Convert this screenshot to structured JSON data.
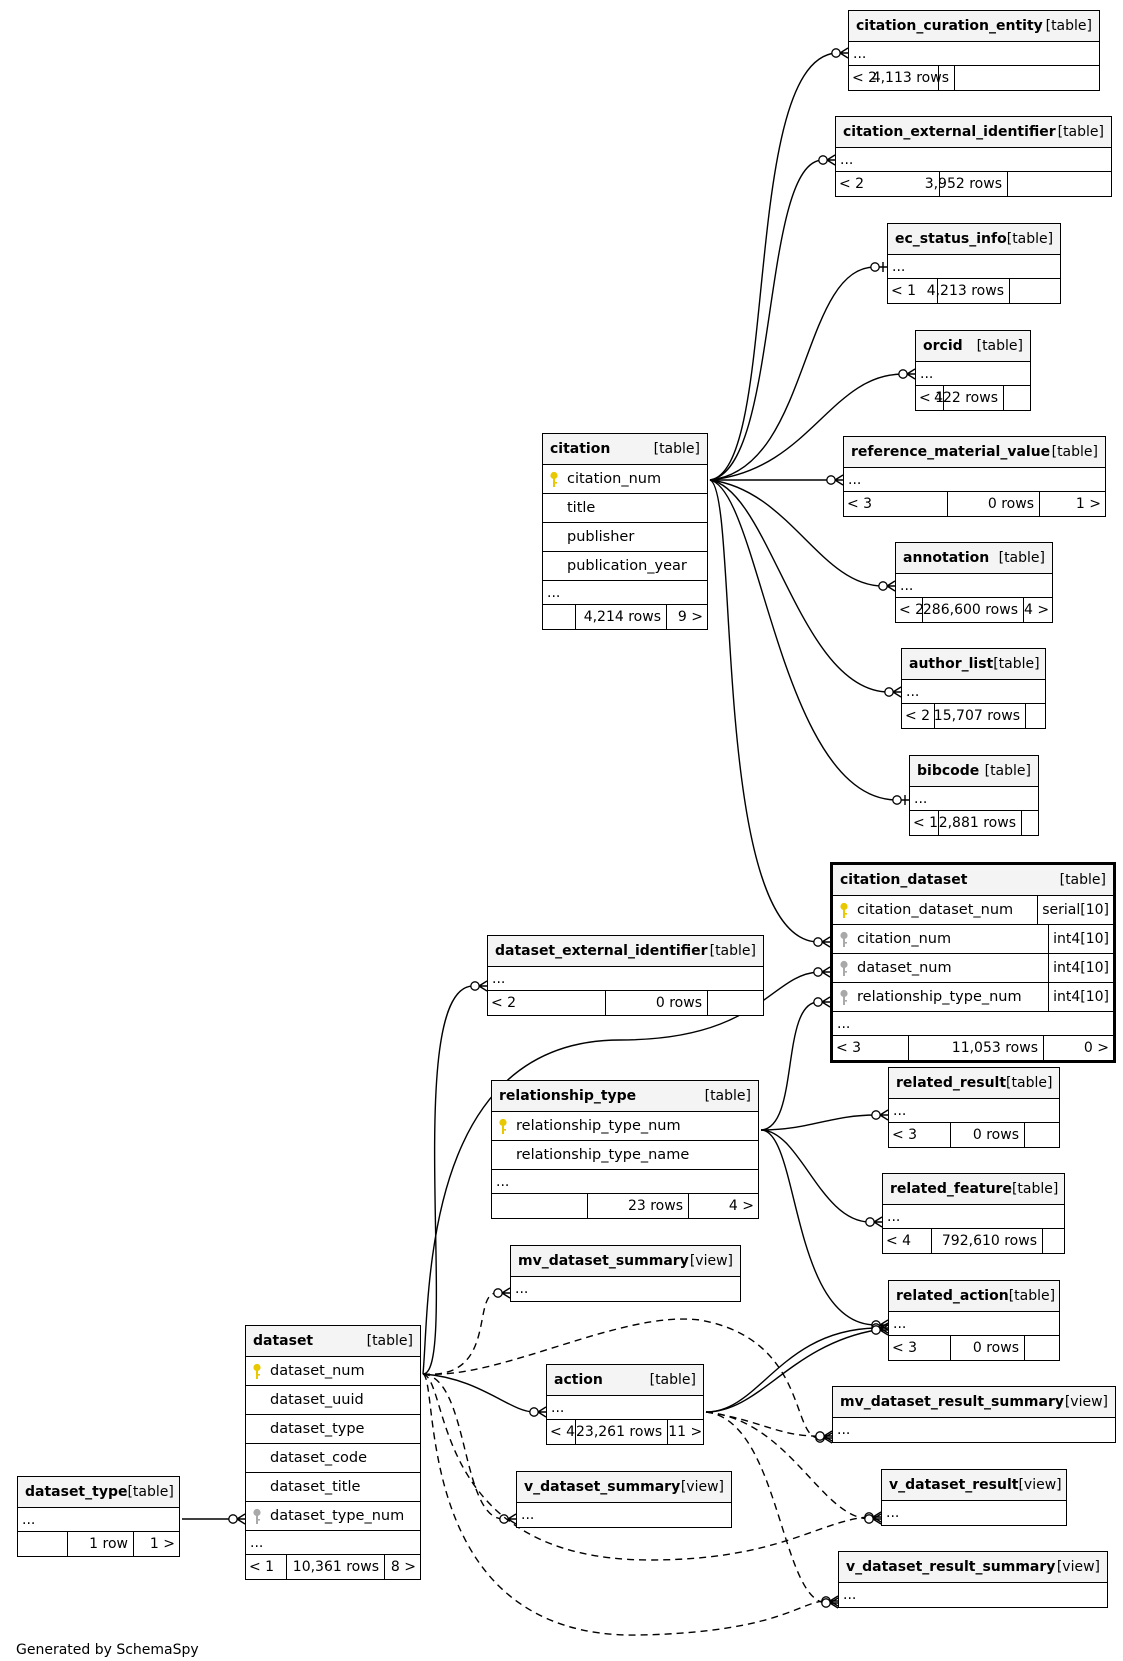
{
  "footer": "Generated by SchemaSpy",
  "tables": [
    {
      "id": "citation_curation_entity",
      "name": "citation_curation_entity",
      "kind": "[table]",
      "columns": [],
      "parents": "< 2",
      "rows": "4,113 rows",
      "children": ""
    },
    {
      "id": "citation_external_identifier",
      "name": "citation_external_identifier",
      "kind": "[table]",
      "columns": [],
      "parents": "< 2",
      "rows": "3,952 rows",
      "children": ""
    },
    {
      "id": "ec_status_info",
      "name": "ec_status_info",
      "kind": "[table]",
      "columns": [],
      "parents": "< 1",
      "rows": "4,213 rows",
      "children": ""
    },
    {
      "id": "orcid",
      "name": "orcid",
      "kind": "[table]",
      "columns": [],
      "parents": "< 1",
      "rows": "422 rows",
      "children": ""
    },
    {
      "id": "reference_material_value",
      "name": "reference_material_value",
      "kind": "[table]",
      "columns": [],
      "parents": "< 3",
      "rows": "0 rows",
      "children": "1 >"
    },
    {
      "id": "citation",
      "name": "citation",
      "kind": "[table]",
      "columns": [
        {
          "name": "citation_num",
          "key": "primary",
          "type": ""
        },
        {
          "name": "title",
          "key": "",
          "type": ""
        },
        {
          "name": "publisher",
          "key": "",
          "type": ""
        },
        {
          "name": "publication_year",
          "key": "",
          "type": ""
        }
      ],
      "parents": "",
      "rows": "4,214 rows",
      "children": "9 >"
    },
    {
      "id": "annotation",
      "name": "annotation",
      "kind": "[table]",
      "columns": [],
      "parents": "< 2",
      "rows": "286,600 rows",
      "children": "4 >"
    },
    {
      "id": "author_list",
      "name": "author_list",
      "kind": "[table]",
      "columns": [],
      "parents": "< 2",
      "rows": "15,707 rows",
      "children": ""
    },
    {
      "id": "bibcode",
      "name": "bibcode",
      "kind": "[table]",
      "columns": [],
      "parents": "< 1",
      "rows": "2,881 rows",
      "children": ""
    },
    {
      "id": "citation_dataset",
      "name": "citation_dataset",
      "kind": "[table]",
      "focus": true,
      "columns": [
        {
          "name": "citation_dataset_num",
          "key": "primary",
          "type": "serial[10]"
        },
        {
          "name": "citation_num",
          "key": "foreign",
          "type": "int4[10]"
        },
        {
          "name": "dataset_num",
          "key": "foreign",
          "type": "int4[10]"
        },
        {
          "name": "relationship_type_num",
          "key": "foreign",
          "type": "int4[10]"
        }
      ],
      "parents": "< 3",
      "rows": "11,053 rows",
      "children": "0 >"
    },
    {
      "id": "dataset_external_identifier",
      "name": "dataset_external_identifier",
      "kind": "[table]",
      "columns": [],
      "parents": "< 2",
      "rows": "0 rows",
      "children": ""
    },
    {
      "id": "relationship_type",
      "name": "relationship_type",
      "kind": "[table]",
      "columns": [
        {
          "name": "relationship_type_num",
          "key": "primary",
          "type": ""
        },
        {
          "name": "relationship_type_name",
          "key": "",
          "type": ""
        }
      ],
      "parents": "",
      "rows": "23 rows",
      "children": "4 >"
    },
    {
      "id": "related_result",
      "name": "related_result",
      "kind": "[table]",
      "columns": [],
      "parents": "< 3",
      "rows": "0 rows",
      "children": ""
    },
    {
      "id": "related_feature",
      "name": "related_feature",
      "kind": "[table]",
      "columns": [],
      "parents": "< 4",
      "rows": "792,610 rows",
      "children": ""
    },
    {
      "id": "related_action",
      "name": "related_action",
      "kind": "[table]",
      "columns": [],
      "parents": "< 3",
      "rows": "0 rows",
      "children": ""
    },
    {
      "id": "mv_dataset_summary",
      "name": "mv_dataset_summary",
      "kind": "[view]",
      "columns": [],
      "nofoot": true
    },
    {
      "id": "dataset",
      "name": "dataset",
      "kind": "[table]",
      "columns": [
        {
          "name": "dataset_num",
          "key": "primary",
          "type": ""
        },
        {
          "name": "dataset_uuid",
          "key": "",
          "type": ""
        },
        {
          "name": "dataset_type",
          "key": "",
          "type": ""
        },
        {
          "name": "dataset_code",
          "key": "",
          "type": ""
        },
        {
          "name": "dataset_title",
          "key": "",
          "type": ""
        },
        {
          "name": "dataset_type_num",
          "key": "foreign",
          "type": ""
        }
      ],
      "parents": "< 1",
      "rows": "10,361 rows",
      "children": "8 >"
    },
    {
      "id": "action",
      "name": "action",
      "kind": "[table]",
      "columns": [],
      "parents": "< 4",
      "rows": "23,261 rows",
      "children": "11 >"
    },
    {
      "id": "mv_dataset_result_summary",
      "name": "mv_dataset_result_summary",
      "kind": "[view]",
      "columns": [],
      "nofoot": true
    },
    {
      "id": "dataset_type",
      "name": "dataset_type",
      "kind": "[table]",
      "columns": [],
      "parents": "",
      "rows": "1 row",
      "children": "1 >"
    },
    {
      "id": "v_dataset_summary",
      "name": "v_dataset_summary",
      "kind": "[view]",
      "columns": [],
      "nofoot": true
    },
    {
      "id": "v_dataset_result",
      "name": "v_dataset_result",
      "kind": "[view]",
      "columns": [],
      "nofoot": true
    },
    {
      "id": "v_dataset_result_summary",
      "name": "v_dataset_result_summary",
      "kind": "[view]",
      "columns": [],
      "nofoot": true
    }
  ]
}
